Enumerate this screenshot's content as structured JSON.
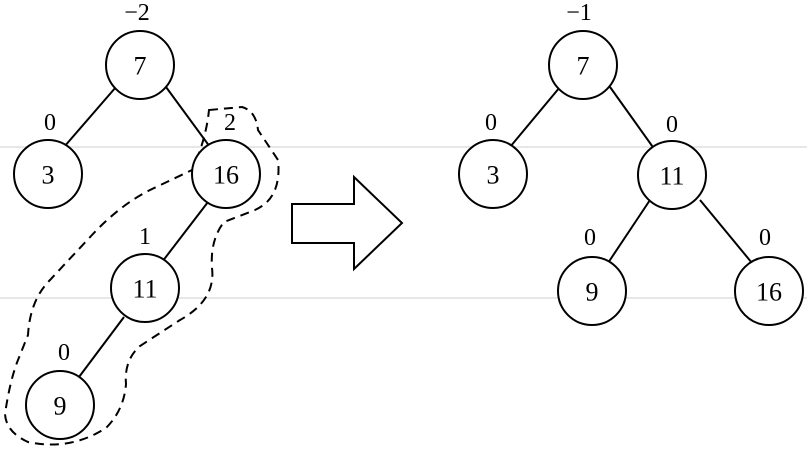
{
  "before_tree": {
    "nodes": [
      {
        "id": "7",
        "label": "7",
        "balance": "−2"
      },
      {
        "id": "3",
        "label": "3",
        "balance": "0"
      },
      {
        "id": "16",
        "label": "16",
        "balance": "2"
      },
      {
        "id": "11",
        "label": "11",
        "balance": "1"
      },
      {
        "id": "9",
        "label": "9",
        "balance": "0"
      }
    ]
  },
  "after_tree": {
    "nodes": [
      {
        "id": "7",
        "label": "7",
        "balance": "−1"
      },
      {
        "id": "3",
        "label": "3",
        "balance": "0"
      },
      {
        "id": "11",
        "label": "11",
        "balance": "0"
      },
      {
        "id": "9",
        "label": "9",
        "balance": "0"
      },
      {
        "id": "16",
        "label": "16",
        "balance": "0"
      }
    ]
  },
  "colors": {
    "stroke": "#000000",
    "fill": "#ffffff",
    "rule": "#cfcfcf"
  }
}
